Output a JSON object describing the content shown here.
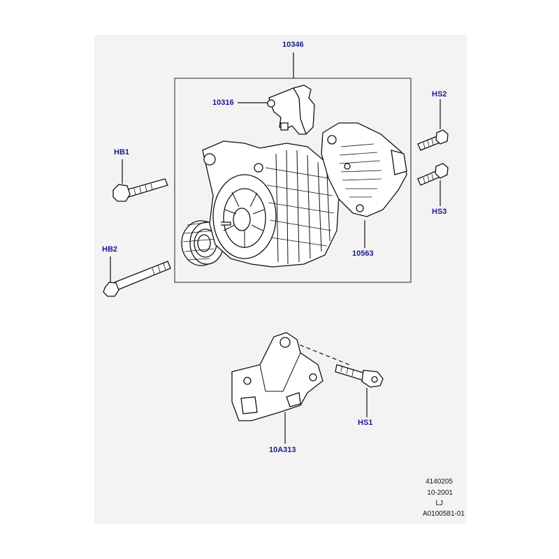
{
  "diagram": {
    "callouts": {
      "assembly": "10346",
      "regulator": "10316",
      "rear_cover": "10563",
      "bolt_hb1": "HB1",
      "bolt_hb2": "HB2",
      "screw_hs2": "HS2",
      "screw_hs3": "HS3",
      "screw_hs1": "HS1",
      "bracket": "10A313"
    },
    "reference": {
      "line1": "4140205",
      "line2": "10-2001",
      "line3": "LJ",
      "line4": "A0100581-01"
    }
  },
  "colors": {
    "background": "#f3f3f3",
    "callout_text": "#1a1a8c",
    "line_art": "#111111"
  }
}
